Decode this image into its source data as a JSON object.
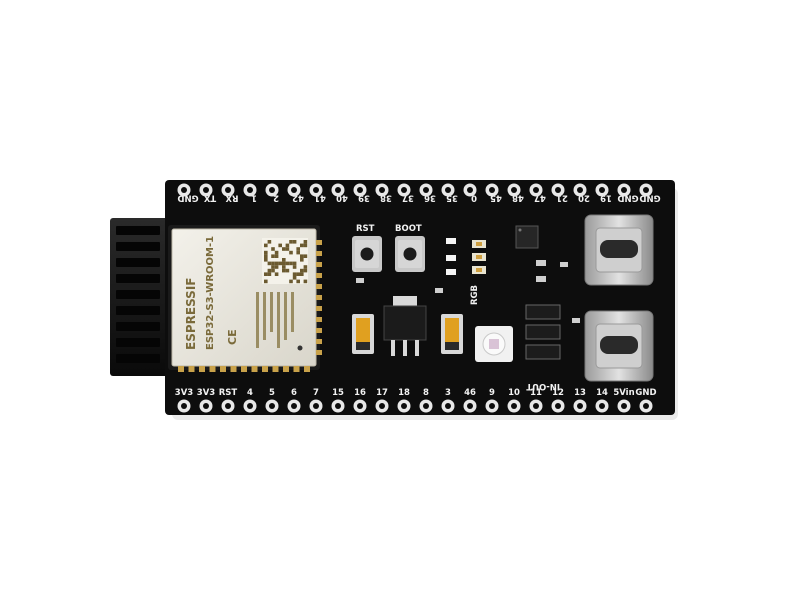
{
  "board": {
    "pcb_color": "#0d0d0d",
    "silkscreen_color": "#f2f2f2",
    "header_color": "#1a1a1a",
    "pad_color": "#e8e8e8"
  },
  "top_pin_labels": [
    "GND",
    "TX",
    "RX",
    "1",
    "2",
    "42",
    "41",
    "40",
    "39",
    "38",
    "37",
    "36",
    "35",
    "0",
    "45",
    "48",
    "47",
    "21",
    "20",
    "19",
    "GND",
    "GND"
  ],
  "bottom_pin_labels": [
    "3V3",
    "3V3",
    "RST",
    "4",
    "5",
    "6",
    "7",
    "15",
    "16",
    "17",
    "18",
    "8",
    "3",
    "46",
    "9",
    "10",
    "11",
    "12",
    "13",
    "14",
    "5Vin",
    "GND"
  ],
  "module": {
    "brand": "ESPRESSIF",
    "model": "ESP32-S3-WROOM-1",
    "ce_mark": "CE"
  },
  "buttons": {
    "rst_label": "RST",
    "boot_label": "BOOT"
  },
  "rgb_label": "RGB",
  "usb_labels": {
    "upper": "IN-OUT"
  }
}
